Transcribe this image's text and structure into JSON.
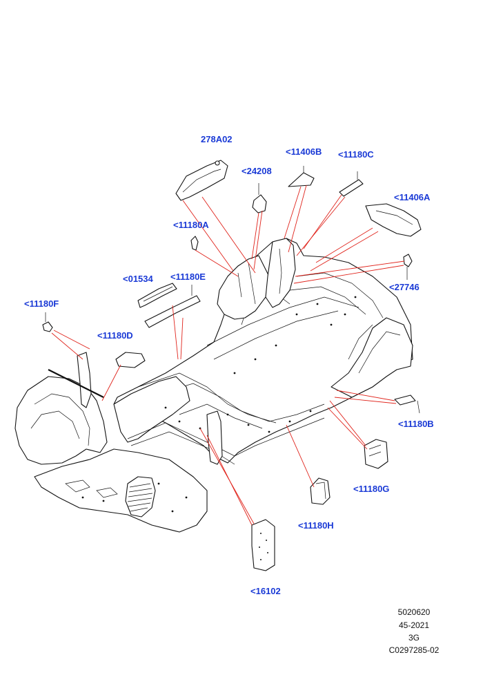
{
  "callouts": {
    "c278A02": "278A02",
    "c24208": "<24208",
    "c11406B": "<11406B",
    "c11180C": "<11180C",
    "c11406A": "<11406A",
    "c11180A": "<11180A",
    "c27746": "<27746",
    "c01534": "<01534",
    "c11180E": "<11180E",
    "c11180F": "<11180F",
    "c11180D": "<11180D",
    "c11180B": "<11180B",
    "c11180G": "<11180G",
    "c11180H": "<11180H",
    "c16102": "<16102"
  },
  "footer": {
    "line1": "5020620",
    "line2": "45-2021",
    "line3": "3G",
    "line4": "C0297285-02"
  },
  "colors": {
    "callout": "#1a3ad6",
    "leader": "#e0231b",
    "linework": "#111111"
  }
}
